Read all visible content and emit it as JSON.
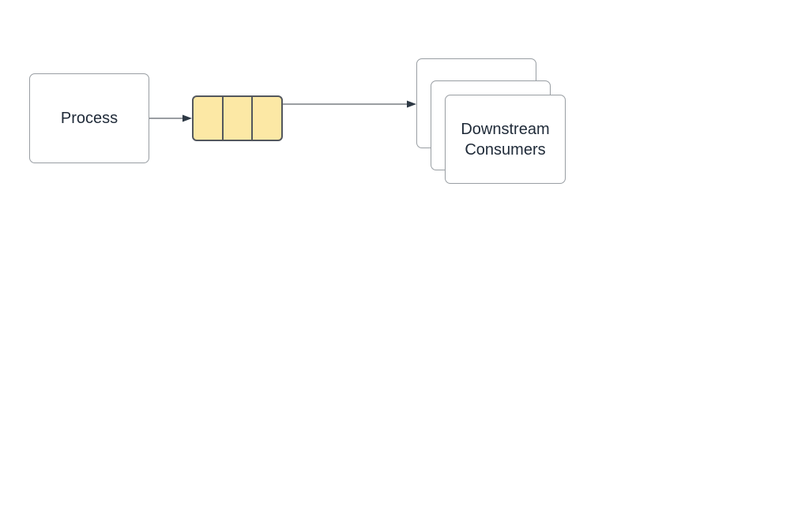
{
  "diagram": {
    "nodes": {
      "process": {
        "label": "Process"
      },
      "queue": {
        "segments": 3
      },
      "consumers": {
        "label": "Downstream Consumers",
        "stack_count": 3
      }
    },
    "connectors": [
      {
        "from": "process",
        "to": "queue"
      },
      {
        "from": "queue",
        "to": "consumers"
      }
    ]
  },
  "colors": {
    "node-fill": "#ffffff",
    "node-stroke": "#999ea3",
    "queue-fill": "#fce8a5",
    "queue-stroke": "#53575d",
    "connector-line": "#5d646b",
    "connector-head": "#2e3945",
    "text": "#1f2a38"
  }
}
